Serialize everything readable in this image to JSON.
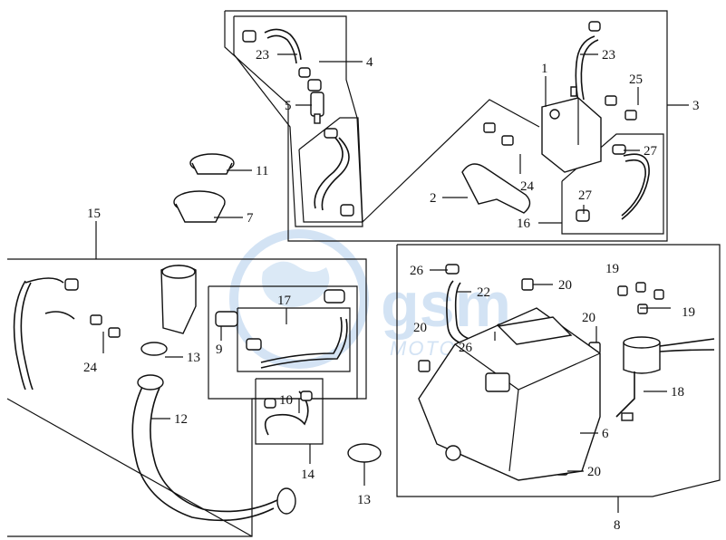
{
  "watermark": {
    "logo": "gsm",
    "text": "MOTORPARTS",
    "color": "#cfe0f3"
  },
  "callouts": {
    "c1": "1",
    "c2": "2",
    "c3": "3",
    "c4": "4",
    "c5": "5",
    "c6": "6",
    "c7": "7",
    "c8": "8",
    "c9": "9",
    "c10": "10",
    "c11": "11",
    "c12": "12",
    "c13a": "13",
    "c13b": "13",
    "c14": "14",
    "c15": "15",
    "c16": "16",
    "c17": "17",
    "c18": "18",
    "c19a": "19",
    "c19b": "19",
    "c20a": "20",
    "c20b": "20",
    "c20c": "20",
    "c20d": "20",
    "c22": "22",
    "c23a": "23",
    "c23b": "23",
    "c24a": "24",
    "c24b": "24",
    "c25": "25",
    "c26a": "26",
    "c26b": "26",
    "c27a": "27",
    "c27b": "27"
  }
}
